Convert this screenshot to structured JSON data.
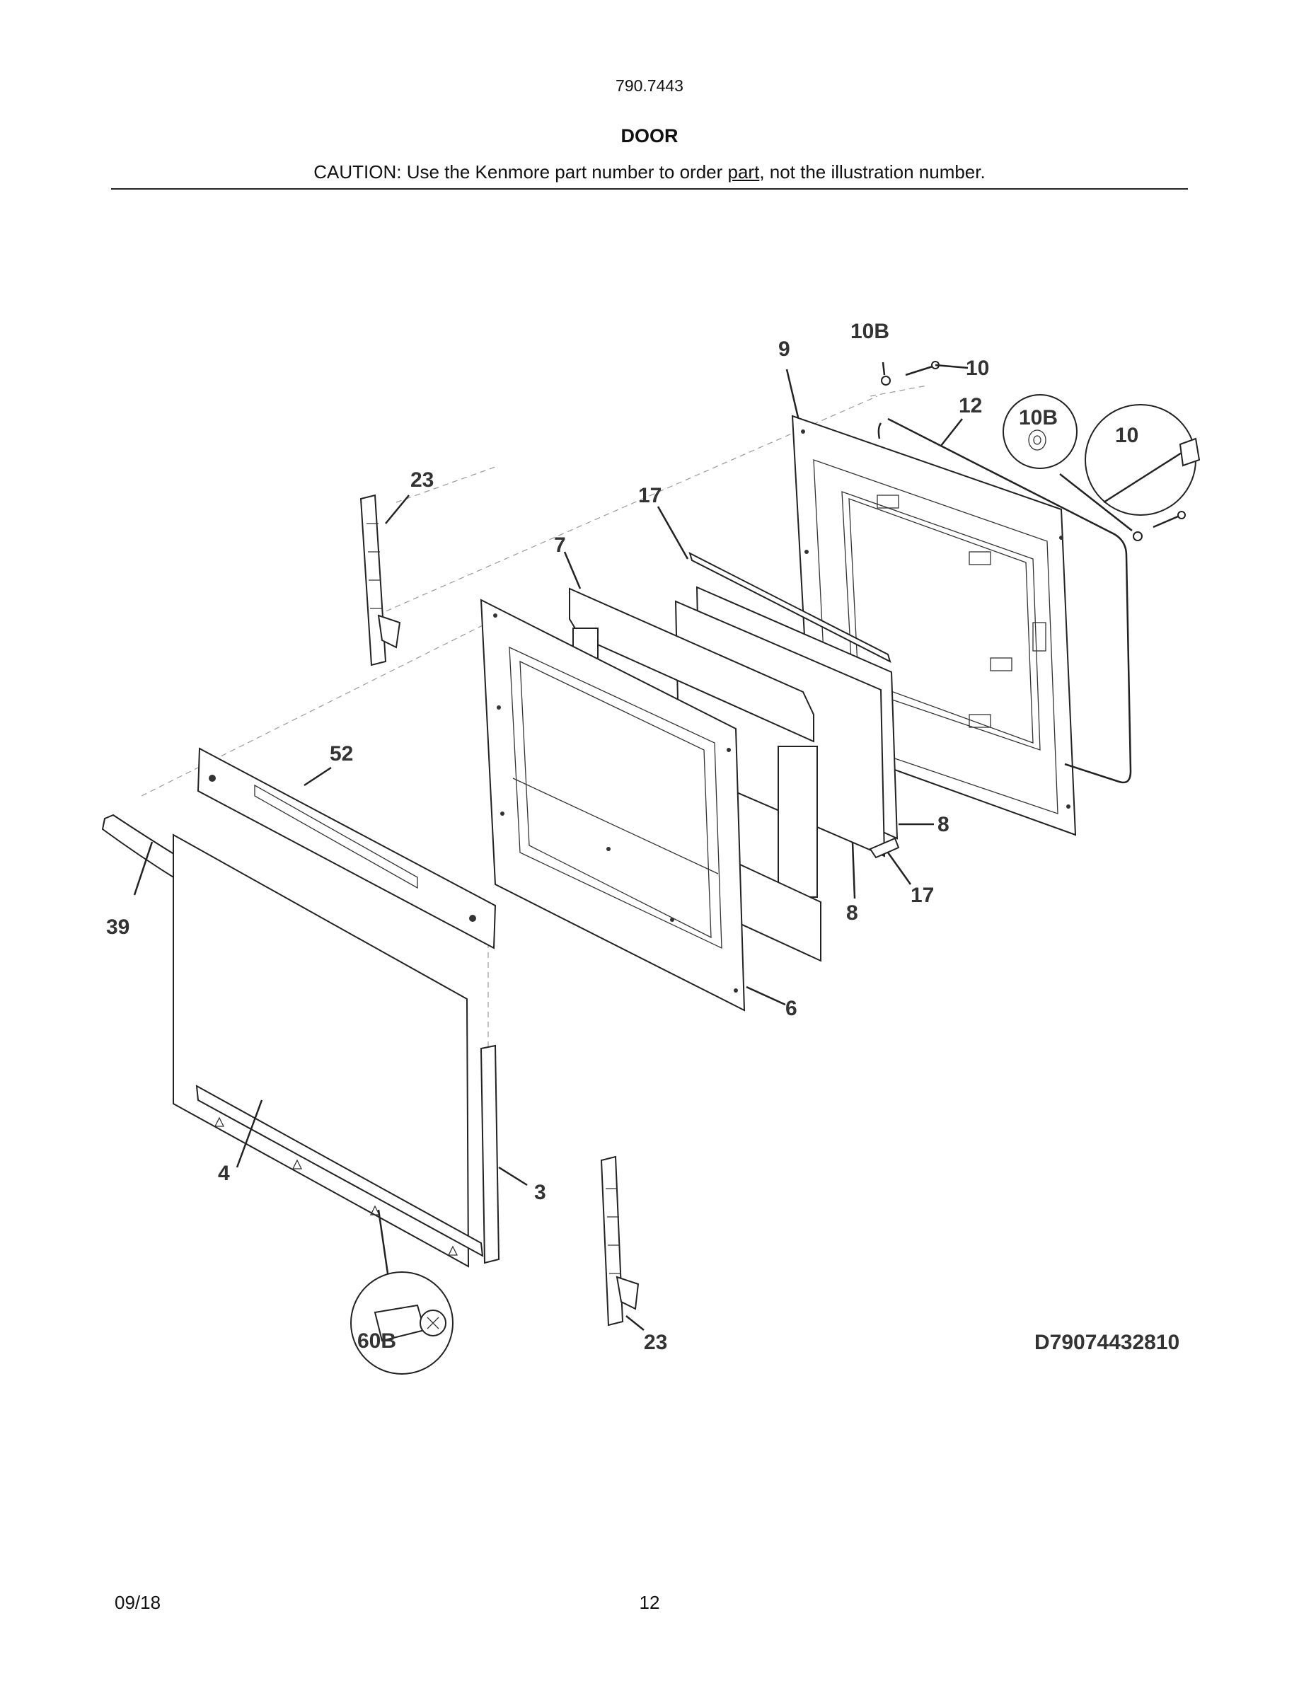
{
  "header": {
    "model_number": "790.7443",
    "section_title": "DOOR",
    "caution_prefix": "CAUTION: Use the Kenmore part number to order ",
    "caution_underlined": "part",
    "caution_suffix": ", not the illustration number."
  },
  "diagram": {
    "drawing_code": "D79074432810",
    "callouts": {
      "c9": "9",
      "c10B_top": "10B",
      "c10_top": "10",
      "c12": "12",
      "c10B_zoom": "10B",
      "c10_zoom": "10",
      "c23_top": "23",
      "c17_top": "17",
      "c7": "7",
      "c52": "52",
      "c39": "39",
      "c8_right": "8",
      "c17_bottom": "17",
      "c8_bottom": "8",
      "c6": "6",
      "c4": "4",
      "c3": "3",
      "c60B": "60B",
      "c23_bottom": "23"
    }
  },
  "footer": {
    "date": "09/18",
    "page_number": "12"
  }
}
